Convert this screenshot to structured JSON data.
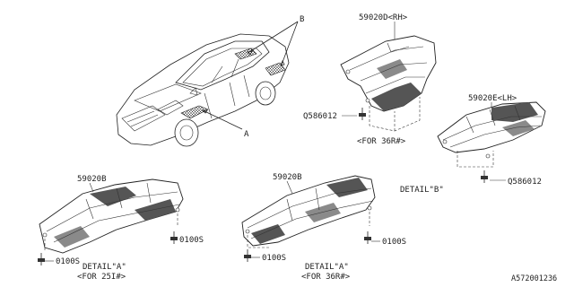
{
  "labels": {
    "callout_b": "B",
    "callout_a": "A",
    "part_rh": "59020D<RH>",
    "part_lh": "59020E<LH>",
    "part_b_left": "59020B",
    "part_b_mid": "59020B",
    "bolt_q_rh": "Q586012",
    "bolt_q_lh": "Q586012",
    "for_36r_top": "<FOR 36R#>",
    "detail_b": "DETAIL\"B\"",
    "bolt_0100s_1": "0100S",
    "bolt_0100s_2": "0100S",
    "bolt_0100s_3": "0100S",
    "bolt_0100s_4": "0100S",
    "detail_a_left": "DETAIL\"A\"",
    "for_25i": "<FOR 25I#>",
    "detail_a_mid": "DETAIL\"A\"",
    "for_36r_bottom": "<FOR 36R#>",
    "diagram_id": "A572001236"
  }
}
